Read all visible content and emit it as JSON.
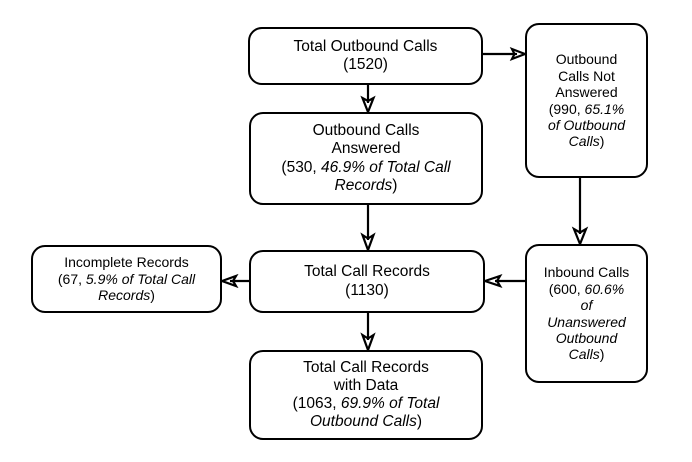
{
  "diagram": {
    "title": "Call records flow diagram",
    "nodes": [
      {
        "id": "total-outbound-calls",
        "name": "Total Outbound Calls",
        "line1": "Total Outbound Calls",
        "line2": "(1520)",
        "value": 1520
      },
      {
        "id": "outbound-calls-not-answered",
        "name": "Outbound Calls Not Answered",
        "line1": "Outbound",
        "line2": "Calls Not",
        "line3": "Answered",
        "line4_plain": "(990, ",
        "line4_italic": "65.1%",
        "line5_italic": "of Outbound",
        "line6_italic": "Calls",
        "line6_plain": ")",
        "value": 990,
        "percent": "65.1%",
        "percent_of": "Outbound Calls"
      },
      {
        "id": "outbound-calls-answered",
        "name": "Outbound Calls Answered",
        "line1": "Outbound Calls",
        "line2": "Answered",
        "line3_plain": "(530, ",
        "line3_italic": "46.9% of Total Call",
        "line4_italic": "Records",
        "line4_plain": ")",
        "value": 530,
        "percent": "46.9%",
        "percent_of": "Total Call Records"
      },
      {
        "id": "incomplete-records",
        "name": "Incomplete Records",
        "line1": "Incomplete Records",
        "line2_plain": "(67, ",
        "line2_italic": "5.9% of Total Call",
        "line3_italic": "Records",
        "line3_plain": ")",
        "value": 67,
        "percent": "5.9%",
        "percent_of": "Total Call Records"
      },
      {
        "id": "total-call-records",
        "name": "Total Call Records",
        "line1": "Total Call Records",
        "line2": "(1130)",
        "value": 1130
      },
      {
        "id": "inbound-calls",
        "name": "Inbound Calls",
        "line1": "Inbound Calls",
        "line2_plain": "(600, ",
        "line2_italic": "60.6%",
        "line3_italic": "of",
        "line4_italic": "Unanswered",
        "line5_italic": "Outbound",
        "line6_italic": "Calls",
        "line6_plain": ")",
        "value": 600,
        "percent": "60.6%",
        "percent_of": "Unanswered Outbound Calls"
      },
      {
        "id": "total-call-records-with-data",
        "name": "Total Call Records with Data",
        "line1": "Total Call Records",
        "line2": "with Data",
        "line3_plain": "(1063, ",
        "line3_italic": "69.9% of Total",
        "line4_italic": "Outbound Calls",
        "line4_plain": ")",
        "value": 1063,
        "percent": "69.9%",
        "percent_of": "Total Outbound Calls"
      }
    ],
    "edges": [
      {
        "id": "edge-outbound-to-not-answered",
        "from": "total-outbound-calls",
        "to": "outbound-calls-not-answered",
        "direction": "right"
      },
      {
        "id": "edge-outbound-to-answered",
        "from": "total-outbound-calls",
        "to": "outbound-calls-answered",
        "direction": "down"
      },
      {
        "id": "edge-not-answered-to-inbound",
        "from": "outbound-calls-not-answered",
        "to": "inbound-calls",
        "direction": "down"
      },
      {
        "id": "edge-answered-to-total-records",
        "from": "outbound-calls-answered",
        "to": "total-call-records",
        "direction": "down"
      },
      {
        "id": "edge-total-records-to-incomplete",
        "from": "total-call-records",
        "to": "incomplete-records",
        "direction": "left"
      },
      {
        "id": "edge-inbound-to-total-records",
        "from": "inbound-calls",
        "to": "total-call-records",
        "direction": "left"
      },
      {
        "id": "edge-total-records-to-with-data",
        "from": "total-call-records",
        "to": "total-call-records-with-data",
        "direction": "down"
      }
    ],
    "colors": {
      "background": "#ffffff",
      "stroke": "#000000",
      "text": "#000000"
    }
  }
}
